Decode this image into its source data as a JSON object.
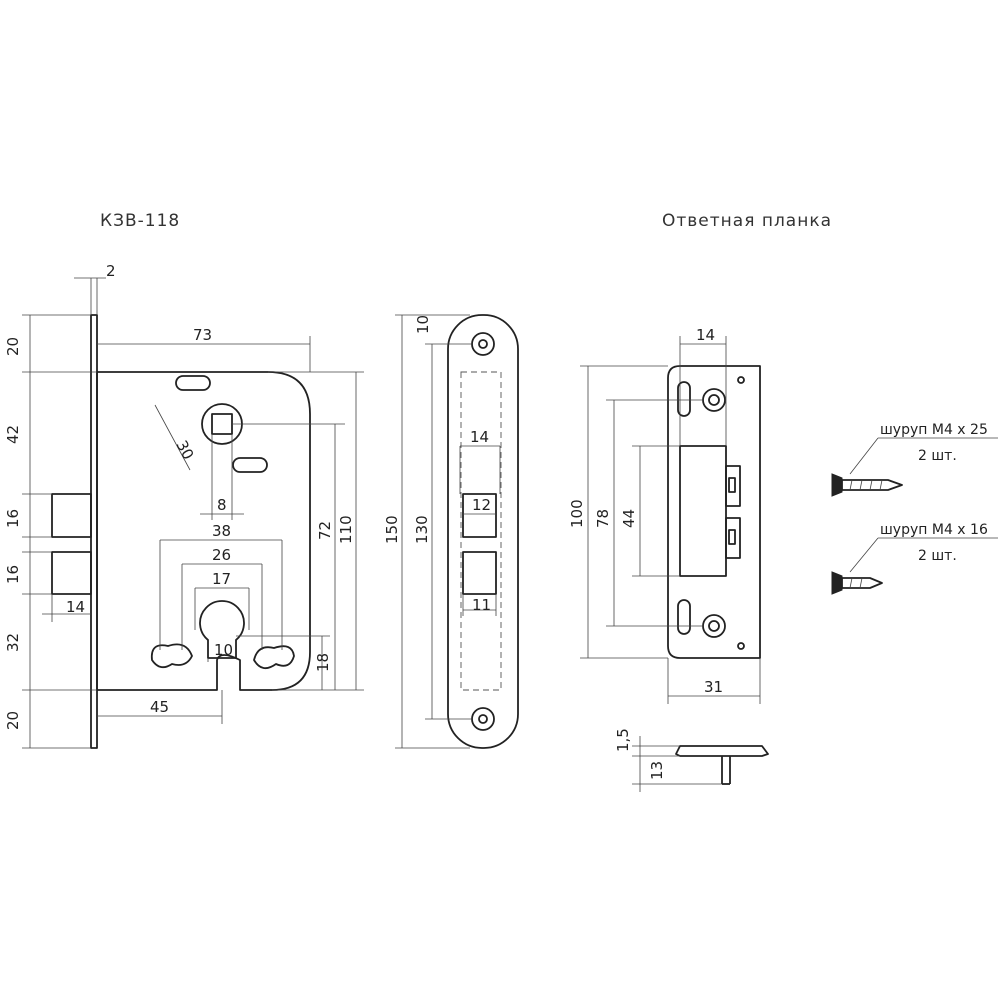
{
  "titles": {
    "lock": "КЗВ-118",
    "strike": "Ответная планка"
  },
  "lock_dims": {
    "faceplate": "2",
    "d73": "73",
    "d20_top": "20",
    "d42": "42",
    "d16_a": "16",
    "d16_b": "16",
    "d32": "32",
    "d20_bottom": "20",
    "d14": "14",
    "d30": "30",
    "d8": "8",
    "d38": "38",
    "d26": "26",
    "d17": "17",
    "d10": "10",
    "d45": "45",
    "d72": "72",
    "d110": "110",
    "d18": "18"
  },
  "faceplate_dims": {
    "d10": "10",
    "d14": "14",
    "d12": "12",
    "d11": "11",
    "d130": "130",
    "d150": "150"
  },
  "strike_dims": {
    "d14": "14",
    "d100": "100",
    "d78": "78",
    "d44": "44",
    "d31": "31",
    "d1_5": "1,5",
    "d13": "13"
  },
  "screws": [
    {
      "spec": "шуруп М4 х 25",
      "qty": "2 шт."
    },
    {
      "spec": "шуруп М4 х 16",
      "qty": "2 шт."
    }
  ]
}
